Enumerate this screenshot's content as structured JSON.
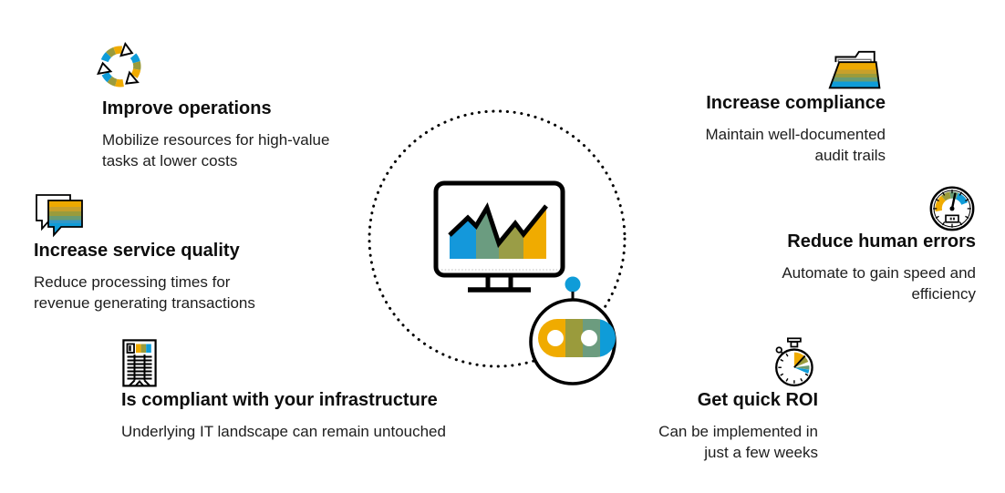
{
  "page": {
    "background": "#ffffff",
    "text_color": "#111111"
  },
  "palette": {
    "gold": "#F0AB00",
    "olive": "#9A9B3C",
    "teal": "#6C9C7F",
    "blue": "#0F9CD8",
    "stripe_colors": [
      "#EDA901",
      "#C7A02B",
      "#9A9B3C",
      "#699B73",
      "#3397C6",
      "#0F9CD8"
    ],
    "outline": "#000000"
  },
  "benefits": [
    {
      "icon": "recycle-arrows-icon",
      "title": "Improve operations",
      "lines": [
        "Mobilize resources for high-value",
        "tasks at lower costs"
      ]
    },
    {
      "icon": "speech-bubbles-icon",
      "title": "Increase service quality",
      "lines": [
        "Reduce processing times for",
        "revenue generating transactions"
      ]
    },
    {
      "icon": "ledger-document-icon",
      "title": "Is compliant with your infrastructure",
      "lines": [
        "Underlying IT landscape can remain untouched"
      ]
    },
    {
      "icon": "open-folder-icon",
      "title": "Increase compliance",
      "lines": [
        "Maintain well-documented",
        "audit trails"
      ]
    },
    {
      "icon": "gauge-icon",
      "title": "Reduce human errors",
      "lines": [
        "Automate to gain speed and",
        "efficiency"
      ]
    },
    {
      "icon": "stopwatch-icon",
      "title": "Get quick ROI",
      "lines": [
        "Can be implemented in",
        "just a few weeks"
      ]
    }
  ],
  "center_illustration": {
    "name": "automation-robot-with-analytics-monitor",
    "elements": [
      "dotted-circle",
      "monitor-with-area-line-chart",
      "robot-head-with-antenna"
    ],
    "chart_segment_colors": [
      "#1498DB",
      "#6B9C80",
      "#9A9D46",
      "#F0AB00"
    ],
    "antenna_ball_color": "#0F9CD8"
  }
}
